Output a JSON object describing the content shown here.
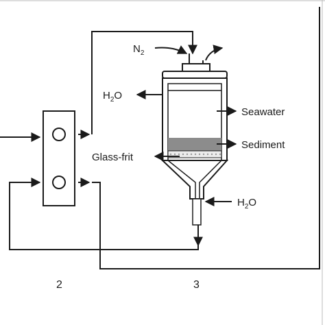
{
  "labels": {
    "n2": "N",
    "n2_sub": "2",
    "h2o_top": "H",
    "h2o_top_sub": "2",
    "h2o_top_tail": "O",
    "seawater": "Seawater",
    "sediment": "Sediment",
    "glass_frit": "Glass-frit",
    "h2o_bottom": "H",
    "h2o_bottom_sub": "2",
    "h2o_bottom_tail": "O",
    "num_2": "2",
    "num_3": "3"
  },
  "colors": {
    "line": "#1a1a1a",
    "sediment": "#8c8c8c",
    "frit": "#d9d9d9",
    "background": "#ffffff"
  }
}
